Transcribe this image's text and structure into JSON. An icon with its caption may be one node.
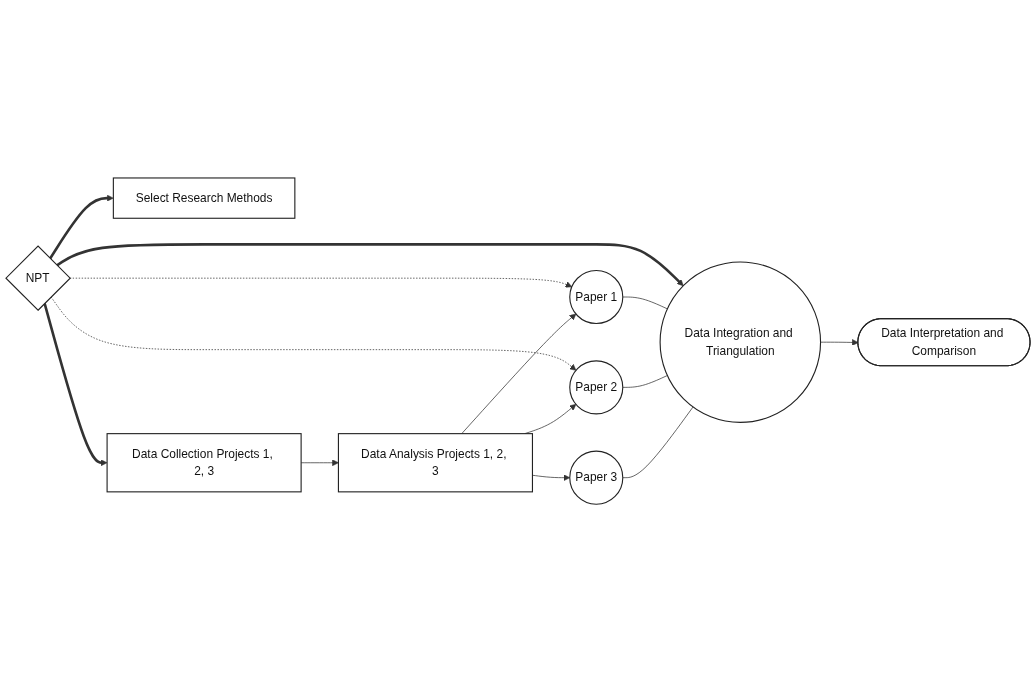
{
  "diagram": {
    "nodes": [
      {
        "text": [
          "Select Research Methods"
        ]
      },
      {
        "text": [
          "NPT"
        ]
      },
      {
        "text": [
          "Data Collection Projects 1, 2, 3"
        ]
      },
      {
        "text": [
          "Data Analysis Projects 1, 2, 3"
        ]
      },
      {
        "text": [
          "Paper 1"
        ]
      },
      {
        "text": [
          "Paper 2"
        ]
      },
      {
        "text": [
          "Paper 3"
        ]
      },
      {
        "text": [
          "Data Integration and Triangulation"
        ]
      },
      {
        "text": [
          "Data Interpretation and Comparison"
        ]
      }
    ],
    "edges": [
      {
        "from": 1,
        "to": 0,
        "arrow": "to",
        "style": "thick"
      },
      {
        "from": 1,
        "to": 2,
        "arrow": "to",
        "style": "thick"
      },
      {
        "from": 1,
        "to": 7,
        "arrow": "to",
        "style": "thick"
      },
      {
        "from": 1,
        "to": 4,
        "arrow": "to",
        "style": "dashed"
      },
      {
        "from": 1,
        "to": 5,
        "arrow": "to",
        "style": "dashed"
      },
      {
        "from": 2,
        "to": 3,
        "arrow": "to"
      },
      {
        "from": 3,
        "to": 4,
        "arrow": "to"
      },
      {
        "from": 3,
        "to": 5,
        "arrow": "to"
      },
      {
        "from": 3,
        "to": 6,
        "arrow": "to"
      },
      {
        "from": 4,
        "to": 7,
        "arrow": "none"
      },
      {
        "from": 5,
        "to": 7,
        "arrow": "none"
      },
      {
        "from": 6,
        "to": 7,
        "arrow": "none"
      },
      {
        "from": 7,
        "to": 8,
        "arrow": "to"
      }
    ]
  }
}
